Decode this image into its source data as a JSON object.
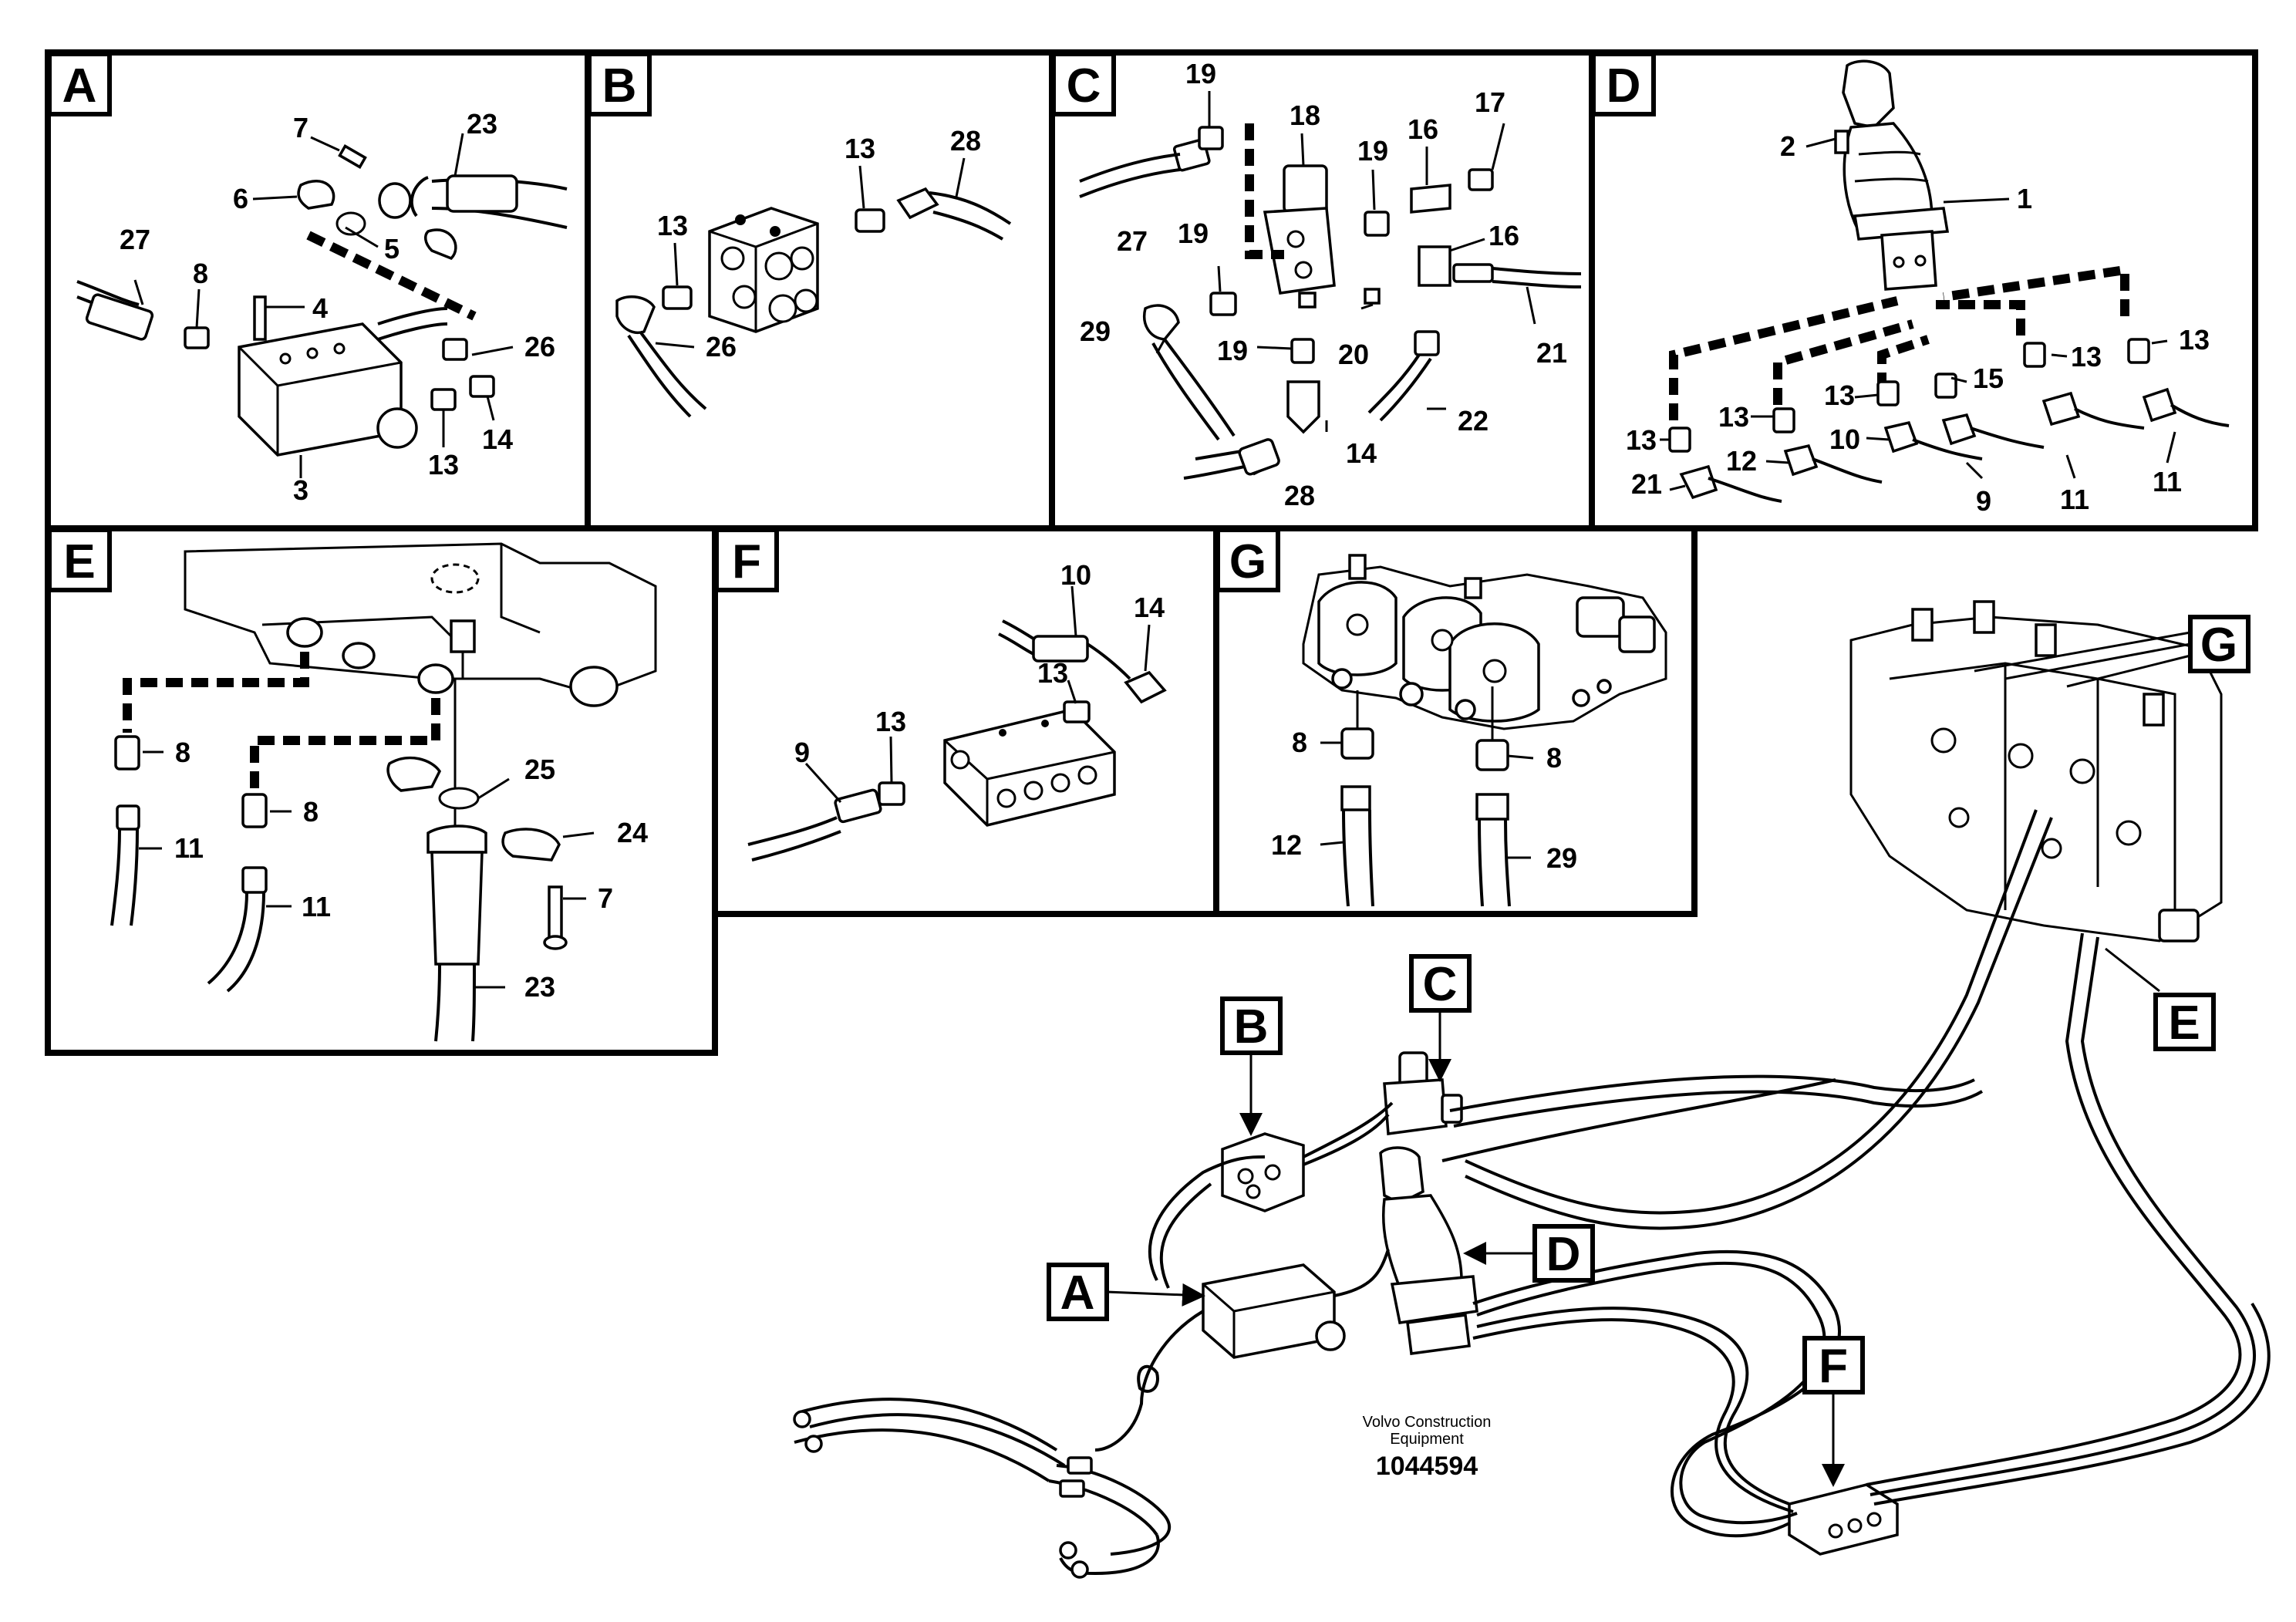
{
  "panels": [
    {
      "letter": "A",
      "callouts": [
        "23",
        "7",
        "6",
        "5",
        "27",
        "8",
        "4",
        "26",
        "3",
        "13",
        "14"
      ]
    },
    {
      "letter": "B",
      "callouts": [
        "13",
        "28",
        "13",
        "26"
      ]
    },
    {
      "letter": "C",
      "callouts": [
        "19",
        "18",
        "16",
        "17",
        "19",
        "16",
        "19",
        "27",
        "29",
        "19",
        "20",
        "21",
        "22",
        "14",
        "28"
      ]
    },
    {
      "letter": "D",
      "callouts": [
        "2",
        "1",
        "13",
        "13",
        "13",
        "15",
        "13",
        "13",
        "21",
        "12",
        "10",
        "9",
        "11",
        "11"
      ]
    },
    {
      "letter": "E",
      "callouts": [
        "8",
        "8",
        "11",
        "11",
        "25",
        "24",
        "7",
        "23"
      ]
    },
    {
      "letter": "F",
      "callouts": [
        "10",
        "14",
        "13",
        "13",
        "9"
      ]
    },
    {
      "letter": "G",
      "callouts": [
        "8",
        "8",
        "12",
        "29"
      ]
    }
  ],
  "overview": {
    "letters": [
      "A",
      "B",
      "C",
      "D",
      "E",
      "F",
      "G"
    ]
  },
  "caption": {
    "company": "Volvo Construction",
    "subtitle": "Equipment",
    "drawing_number": "1044594"
  }
}
